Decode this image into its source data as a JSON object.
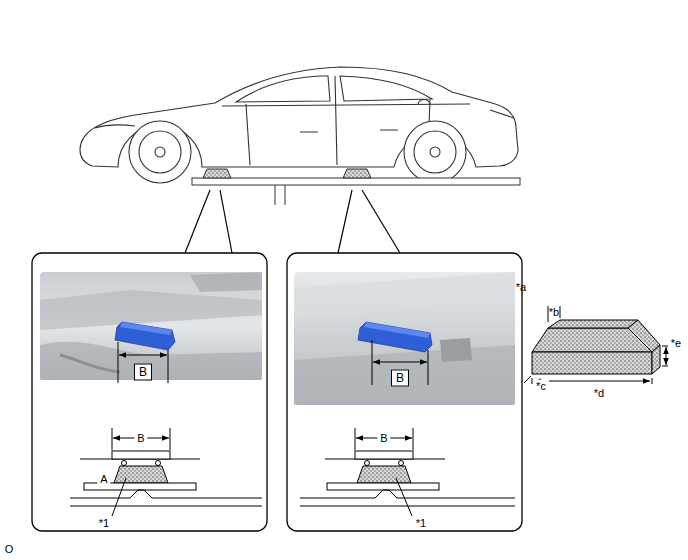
{
  "diagram": {
    "labels": [
      "B",
      "B",
      "B",
      "A",
      "*1",
      "B",
      "*1",
      "*a",
      "*b",
      "*c",
      "*d",
      "*e",
      "O"
    ]
  }
}
